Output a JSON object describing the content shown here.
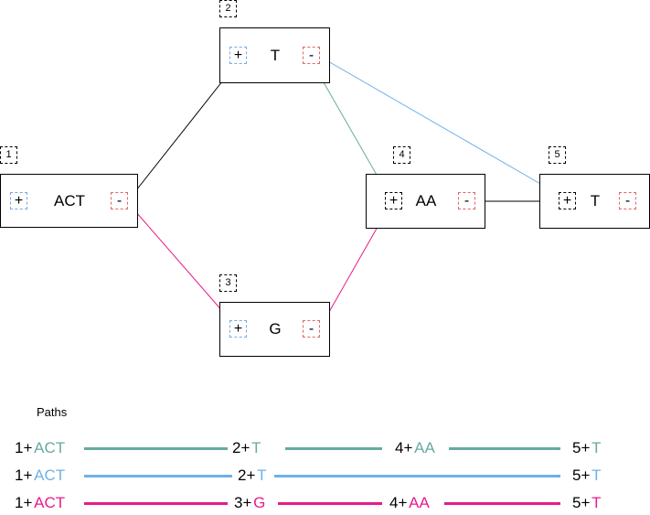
{
  "colors": {
    "green": "#67ab9f",
    "blue": "#6fb1e6",
    "pink": "#ea1a8a",
    "black": "#000000"
  },
  "nodes": [
    {
      "id": "1",
      "seq": "ACT",
      "plus": "+",
      "minus": "-"
    },
    {
      "id": "2",
      "seq": "T",
      "plus": "+",
      "minus": "-"
    },
    {
      "id": "3",
      "seq": "G",
      "plus": "+",
      "minus": "-"
    },
    {
      "id": "4",
      "seq": "AA",
      "plus": "+",
      "minus": "-"
    },
    {
      "id": "5",
      "seq": "T",
      "plus": "+",
      "minus": "-"
    }
  ],
  "paths_title": "Paths",
  "paths": [
    {
      "color": "green",
      "steps": [
        {
          "id": "1+",
          "seq": "ACT"
        },
        {
          "id": "2+",
          "seq": "T"
        },
        {
          "id": "4+",
          "seq": "AA"
        },
        {
          "id": "5+",
          "seq": "T"
        }
      ]
    },
    {
      "color": "blue",
      "steps": [
        {
          "id": "1+",
          "seq": "ACT"
        },
        {
          "id": "2+",
          "seq": "T"
        },
        {
          "id": "5+",
          "seq": "T"
        }
      ]
    },
    {
      "color": "pink",
      "steps": [
        {
          "id": "1+",
          "seq": "ACT"
        },
        {
          "id": "3+",
          "seq": "G"
        },
        {
          "id": "4+",
          "seq": "AA"
        },
        {
          "id": "5+",
          "seq": "T"
        }
      ]
    }
  ]
}
